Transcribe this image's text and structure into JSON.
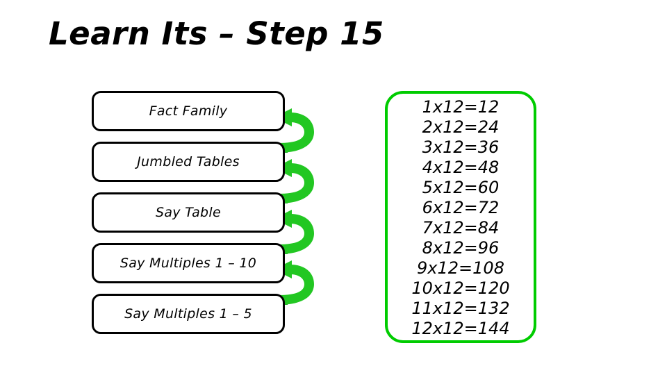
{
  "slide": {
    "title": "Learn Its – Step 15",
    "background_color": "#FFFFFF"
  },
  "colors": {
    "arrow_green": "#22C722",
    "arrow_green_shadow": "#1D9B2A",
    "panel_border_green": "#00CC00",
    "box_border": "#000000",
    "text": "#000000"
  },
  "flow": {
    "name": "learn-its-steps",
    "direction": "bottom-to-top",
    "steps": [
      {
        "label": "Fact Family"
      },
      {
        "label": "Jumbled Tables"
      },
      {
        "label": "Say Table"
      },
      {
        "label": "Say Multiples 1 – 10"
      },
      {
        "label": "Say Multiples 1 – 5"
      }
    ],
    "connectors": [
      {
        "name": "arrow-say-multiples-1-5-to-say-multiples-1-10"
      },
      {
        "name": "arrow-say-multiples-1-10-to-say-table"
      },
      {
        "name": "arrow-say-table-to-jumbled-tables"
      },
      {
        "name": "arrow-jumbled-tables-to-fact-family"
      }
    ]
  },
  "table_panel": {
    "name": "twelve-times-table",
    "lines": [
      "1x12=12",
      "2x12=24",
      "3x12=36",
      "4x12=48",
      "5x12=60",
      "6x12=72",
      "7x12=84",
      "8x12=96",
      "9x12=108",
      "10x12=120",
      "11x12=132",
      "12x12=144"
    ]
  }
}
